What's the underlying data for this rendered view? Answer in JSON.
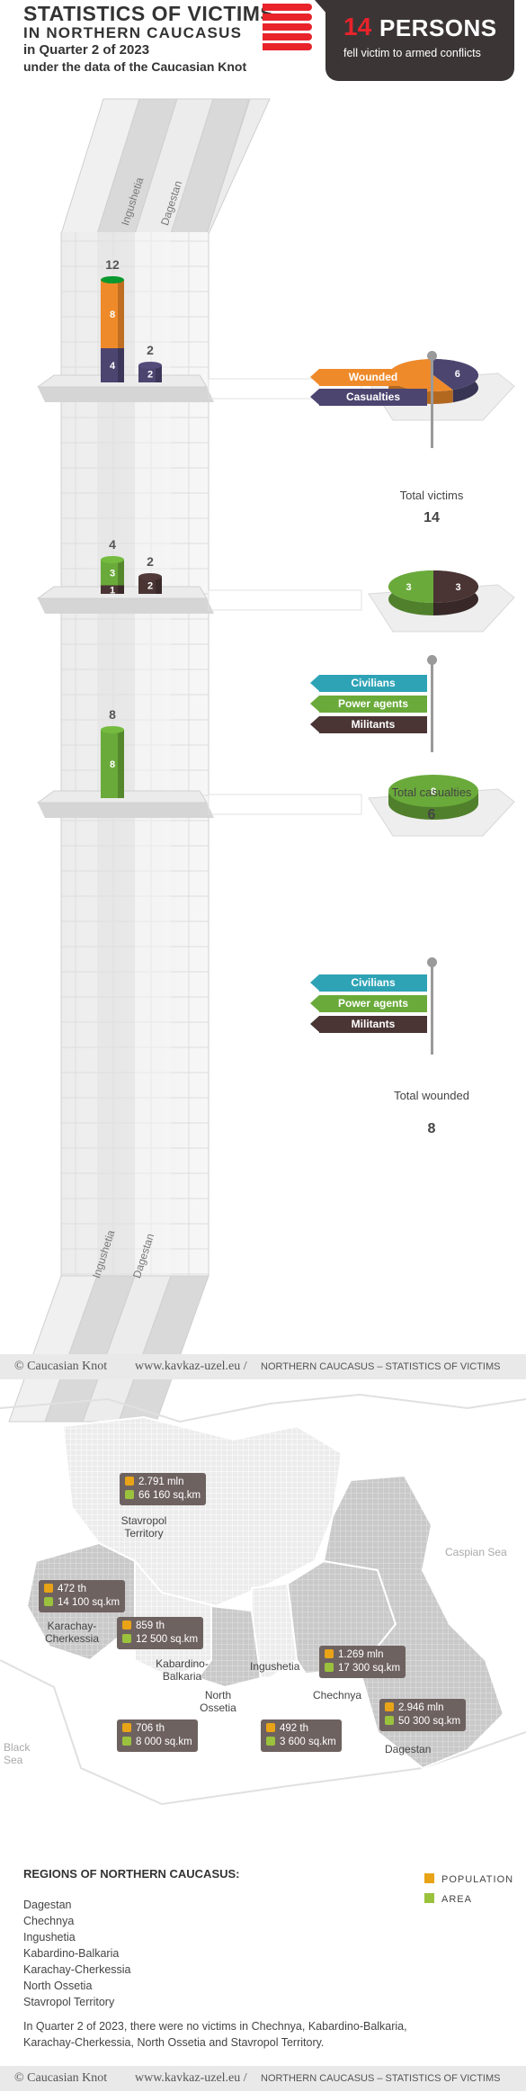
{
  "header": {
    "title_line1": "STATISTICS OF VICTIMS",
    "title_line2": "IN NORTHERN CAUCASUS",
    "title_line3": "in Quarter 2 of 2023",
    "title_line4": "under the data of the Caucasian Knot",
    "total_number": "14",
    "total_word": "PERSONS",
    "total_sub": "fell victim to armed conflicts"
  },
  "colors": {
    "wounded": "#ef8a2a",
    "casualties": "#4b4570",
    "civilians": "#2ea3b6",
    "power_agents": "#6aaa3a",
    "militants": "#4a3534",
    "header_red": "#e8232a",
    "dark_box": "#3b3536"
  },
  "regions_columns": [
    "Ingushetia",
    "Dagestan"
  ],
  "chart_data": [
    {
      "type": "bar",
      "stacked": true,
      "categories": [
        "Ingushetia",
        "Dagestan"
      ],
      "totals": [
        12,
        2
      ],
      "series": [
        {
          "name": "Casualties",
          "values": [
            4,
            2
          ]
        },
        {
          "name": "Wounded",
          "values": [
            8,
            0
          ]
        }
      ],
      "pie": {
        "title": "Total victims",
        "total": 14,
        "slices": [
          {
            "name": "Casualties",
            "value": 6
          },
          {
            "name": "Wounded",
            "value": 8
          }
        ]
      },
      "legend": [
        "Wounded",
        "Casualties"
      ]
    },
    {
      "type": "bar",
      "stacked": true,
      "categories": [
        "Ingushetia",
        "Dagestan"
      ],
      "totals": [
        4,
        2
      ],
      "series": [
        {
          "name": "Militants",
          "values": [
            1,
            2
          ]
        },
        {
          "name": "Power agents",
          "values": [
            3,
            0
          ]
        },
        {
          "name": "Civilians",
          "values": [
            0,
            0
          ]
        }
      ],
      "pie": {
        "title": "Total casualties",
        "total": 6,
        "slices": [
          {
            "name": "Militants",
            "value": 3
          },
          {
            "name": "Power agents",
            "value": 3
          }
        ]
      },
      "legend": [
        "Civilians",
        "Power agents",
        "Militants"
      ]
    },
    {
      "type": "bar",
      "stacked": true,
      "categories": [
        "Ingushetia",
        "Dagestan"
      ],
      "totals": [
        8,
        0
      ],
      "series": [
        {
          "name": "Militants",
          "values": [
            0,
            0
          ]
        },
        {
          "name": "Power agents",
          "values": [
            8,
            0
          ]
        },
        {
          "name": "Civilians",
          "values": [
            0,
            0
          ]
        }
      ],
      "pie": {
        "title": "Total wounded",
        "total": 8,
        "slices": [
          {
            "name": "Power agents",
            "value": 8
          }
        ]
      },
      "legend": [
        "Civilians",
        "Power agents",
        "Militants"
      ]
    }
  ],
  "footer": {
    "copyright": "© Caucasian Knot",
    "url": "www.kavkaz-uzel.eu /",
    "section": "NORTHERN CAUCASUS – STATISTICS OF VICTIMS"
  },
  "map": {
    "seas": [
      "Caspian Sea",
      "Black Sea"
    ],
    "regions": [
      {
        "name": "Stavropol Territory",
        "population": "2.791 mln",
        "area": "66 160 sq.km"
      },
      {
        "name": "Karachay-Cherkessia",
        "population": "472 th",
        "area": "14 100 sq.km"
      },
      {
        "name": "Kabardino-Balkaria",
        "population": "859 th",
        "area": "12 500 sq.km"
      },
      {
        "name": "North Ossetia",
        "population": "706 th",
        "area": "8 000 sq.km"
      },
      {
        "name": "Ingushetia",
        "population": "492 th",
        "area": "3 600 sq.km"
      },
      {
        "name": "Chechnya",
        "population": "1.269 mln",
        "area": "17 300 sq.km"
      },
      {
        "name": "Dagestan",
        "population": "2.946 mln",
        "area": "50 300 sq.km"
      }
    ],
    "legend": {
      "population": "POPULATION",
      "area": "AREA"
    }
  },
  "regions_list": {
    "title": "REGIONS OF NORTHERN CAUCASUS:",
    "items": [
      "Dagestan",
      "Chechnya",
      "Ingushetia",
      "Kabardino-Balkaria",
      "Karachay-Cherkessia",
      "North Ossetia",
      "Stavropol Territory"
    ]
  },
  "note": "In Quarter 2 of 2023, there were no victims in Chechnya, Kabardino-Balkaria, Karachay-Cherkessia, North Ossetia and Stavropol Territory."
}
